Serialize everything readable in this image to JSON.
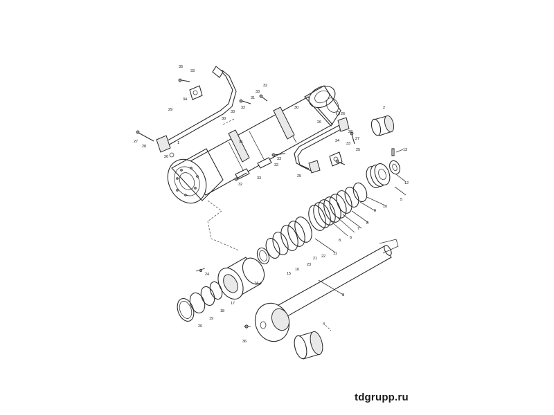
{
  "watermark": "tdgrupp.ru",
  "callouts": {
    "c1": "1",
    "c2": "2",
    "c3": "3",
    "c4": "4",
    "c5": "5",
    "c6": "6",
    "c7": "7",
    "c8": "8",
    "c8b": "8",
    "c9": "9",
    "c10": "10",
    "c11": "11",
    "c12": "12",
    "c13": "13",
    "c14": "14",
    "c15": "15",
    "c16": "16",
    "c17": "17",
    "c18": "18",
    "c19": "19",
    "c20": "20",
    "c21": "21",
    "c22": "22",
    "c23": "23",
    "c24": "24",
    "c25": "25",
    "c25b": "25",
    "c26": "26",
    "c26b": "26",
    "c26c": "26",
    "c27": "27",
    "c27b": "27",
    "c28": "28",
    "c28b": "28",
    "c29": "29",
    "c30": "30",
    "c30b": "30",
    "c31": "31",
    "c31b": "31",
    "c32": "32",
    "c32b": "32",
    "c32c": "32",
    "c32d": "32",
    "c33": "33",
    "c33b": "33",
    "c33c": "33",
    "c33d": "33",
    "c33e": "33",
    "c33f": "33",
    "c34": "34",
    "c34b": "34",
    "c35": "35",
    "c36": "36"
  }
}
